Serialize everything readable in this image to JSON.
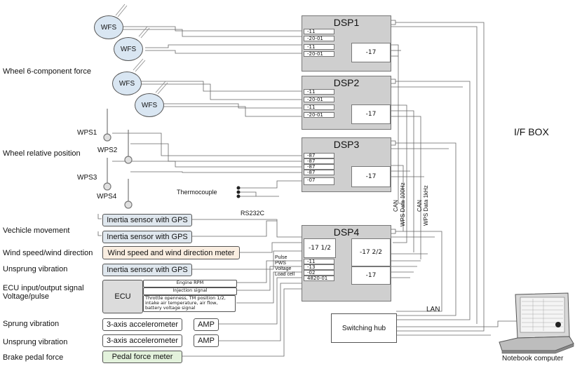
{
  "left_labels": {
    "wheel_force": "Wheel 6-component force",
    "wheel_position": "Wheel relative position",
    "vehicle_movement": "Vechicle movement",
    "wind": "Wind speed/wind direction",
    "unsprung1": "Unsprung vibration",
    "ecu_signal_1": "ECU input/output signal",
    "ecu_signal_2": "Voltage/pulse",
    "sprung": "Sprung vibration",
    "unsprung2": "Unsprung vibration",
    "brake": "Brake pedal force"
  },
  "wfs_label": "WFS",
  "wps": [
    "WPS1",
    "WPS2",
    "WPS3",
    "WPS4"
  ],
  "thermocouple": "Thermocouple",
  "rs232c": "RS232C",
  "sensors": {
    "inertia": "Inertia sensor with GPS",
    "wind_meter": "Wind speed and wind direction meter",
    "ecu": "ECU",
    "accel": "3-axis accelerometer",
    "amp": "AMP",
    "pedal": "Pedal force meter"
  },
  "ecu_signals": [
    "Engine RPM",
    "Injection signal",
    "Throttle openness, TM position 1/2,",
    "intake air temperature, air flow,",
    "battery voltage signal"
  ],
  "signal_types": [
    "Pulse",
    "PWS",
    "Voltage",
    "Load cell"
  ],
  "dsp": {
    "dsp1": {
      "title": "DSP1",
      "ports": [
        "-11",
        "-20-01",
        "-11",
        "-20-01"
      ],
      "out": "-17"
    },
    "dsp2": {
      "title": "DSP2",
      "ports": [
        "-11",
        "-20-01",
        "-11",
        "-20-01"
      ],
      "out": "-17"
    },
    "dsp3": {
      "title": "DSP3",
      "ports": [
        "-87",
        "-87",
        "-87",
        "-87",
        "-07"
      ],
      "out": "-17"
    },
    "dsp4": {
      "title": "DSP4",
      "left_top": "-17 1/2",
      "right_top": "-17 2/2",
      "ports": [
        "-11",
        "-13",
        "-02",
        "4820-01"
      ],
      "out": "-17"
    }
  },
  "bus_labels": {
    "can100": "CAN\nWPS Data 100Hz",
    "can1k": "CAN\nWPS Data 1kHz"
  },
  "can": "CAN",
  "wps100": "WPS Data 100Hz",
  "wps1k": "WPS Data 1kHz",
  "lan": "LAN",
  "switching_hub": "Switching hub",
  "if_box": "I/F BOX",
  "notebook": "Notebook computer",
  "colors": {
    "dsp": "#cfcfcf",
    "wfs": "#d9e6f2",
    "inertia": "#dfe7ee",
    "wind": "#faeee1",
    "pedal": "#e3f2dc"
  }
}
